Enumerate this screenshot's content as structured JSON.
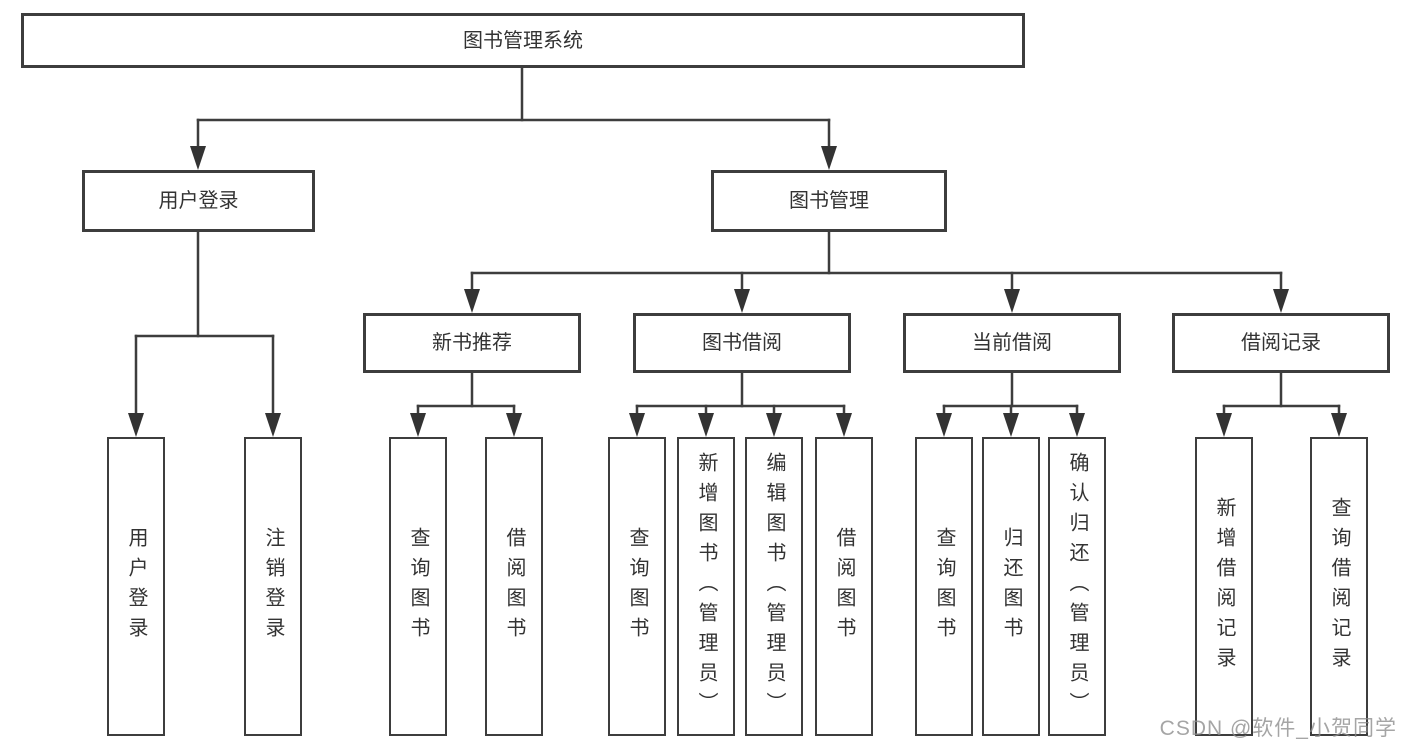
{
  "diagram": {
    "root": {
      "label": "图书管理系统"
    },
    "level2": [
      {
        "label": "用户登录"
      },
      {
        "label": "图书管理"
      }
    ],
    "level3": [
      {
        "label": "新书推荐"
      },
      {
        "label": "图书借阅"
      },
      {
        "label": "当前借阅"
      },
      {
        "label": "借阅记录"
      }
    ],
    "leaves": [
      {
        "label": "用户登录"
      },
      {
        "label": "注销登录"
      },
      {
        "label": "查询图书"
      },
      {
        "label": "借阅图书"
      },
      {
        "label": "查询图书"
      },
      {
        "label": "新增图书（管理员）"
      },
      {
        "label": "编辑图书（管理员）"
      },
      {
        "label": "借阅图书"
      },
      {
        "label": "查询图书"
      },
      {
        "label": "归还图书"
      },
      {
        "label": "确认归还（管理员）"
      },
      {
        "label": "新增借阅记录"
      },
      {
        "label": "查询借阅记录"
      }
    ]
  },
  "watermark": "CSDN @软件_小贺同学",
  "colors": {
    "line": "#3d3d3d",
    "box_border": "#3d3d3d",
    "text": "#333333",
    "background": "#ffffff",
    "watermark": "#8c8c8c"
  }
}
